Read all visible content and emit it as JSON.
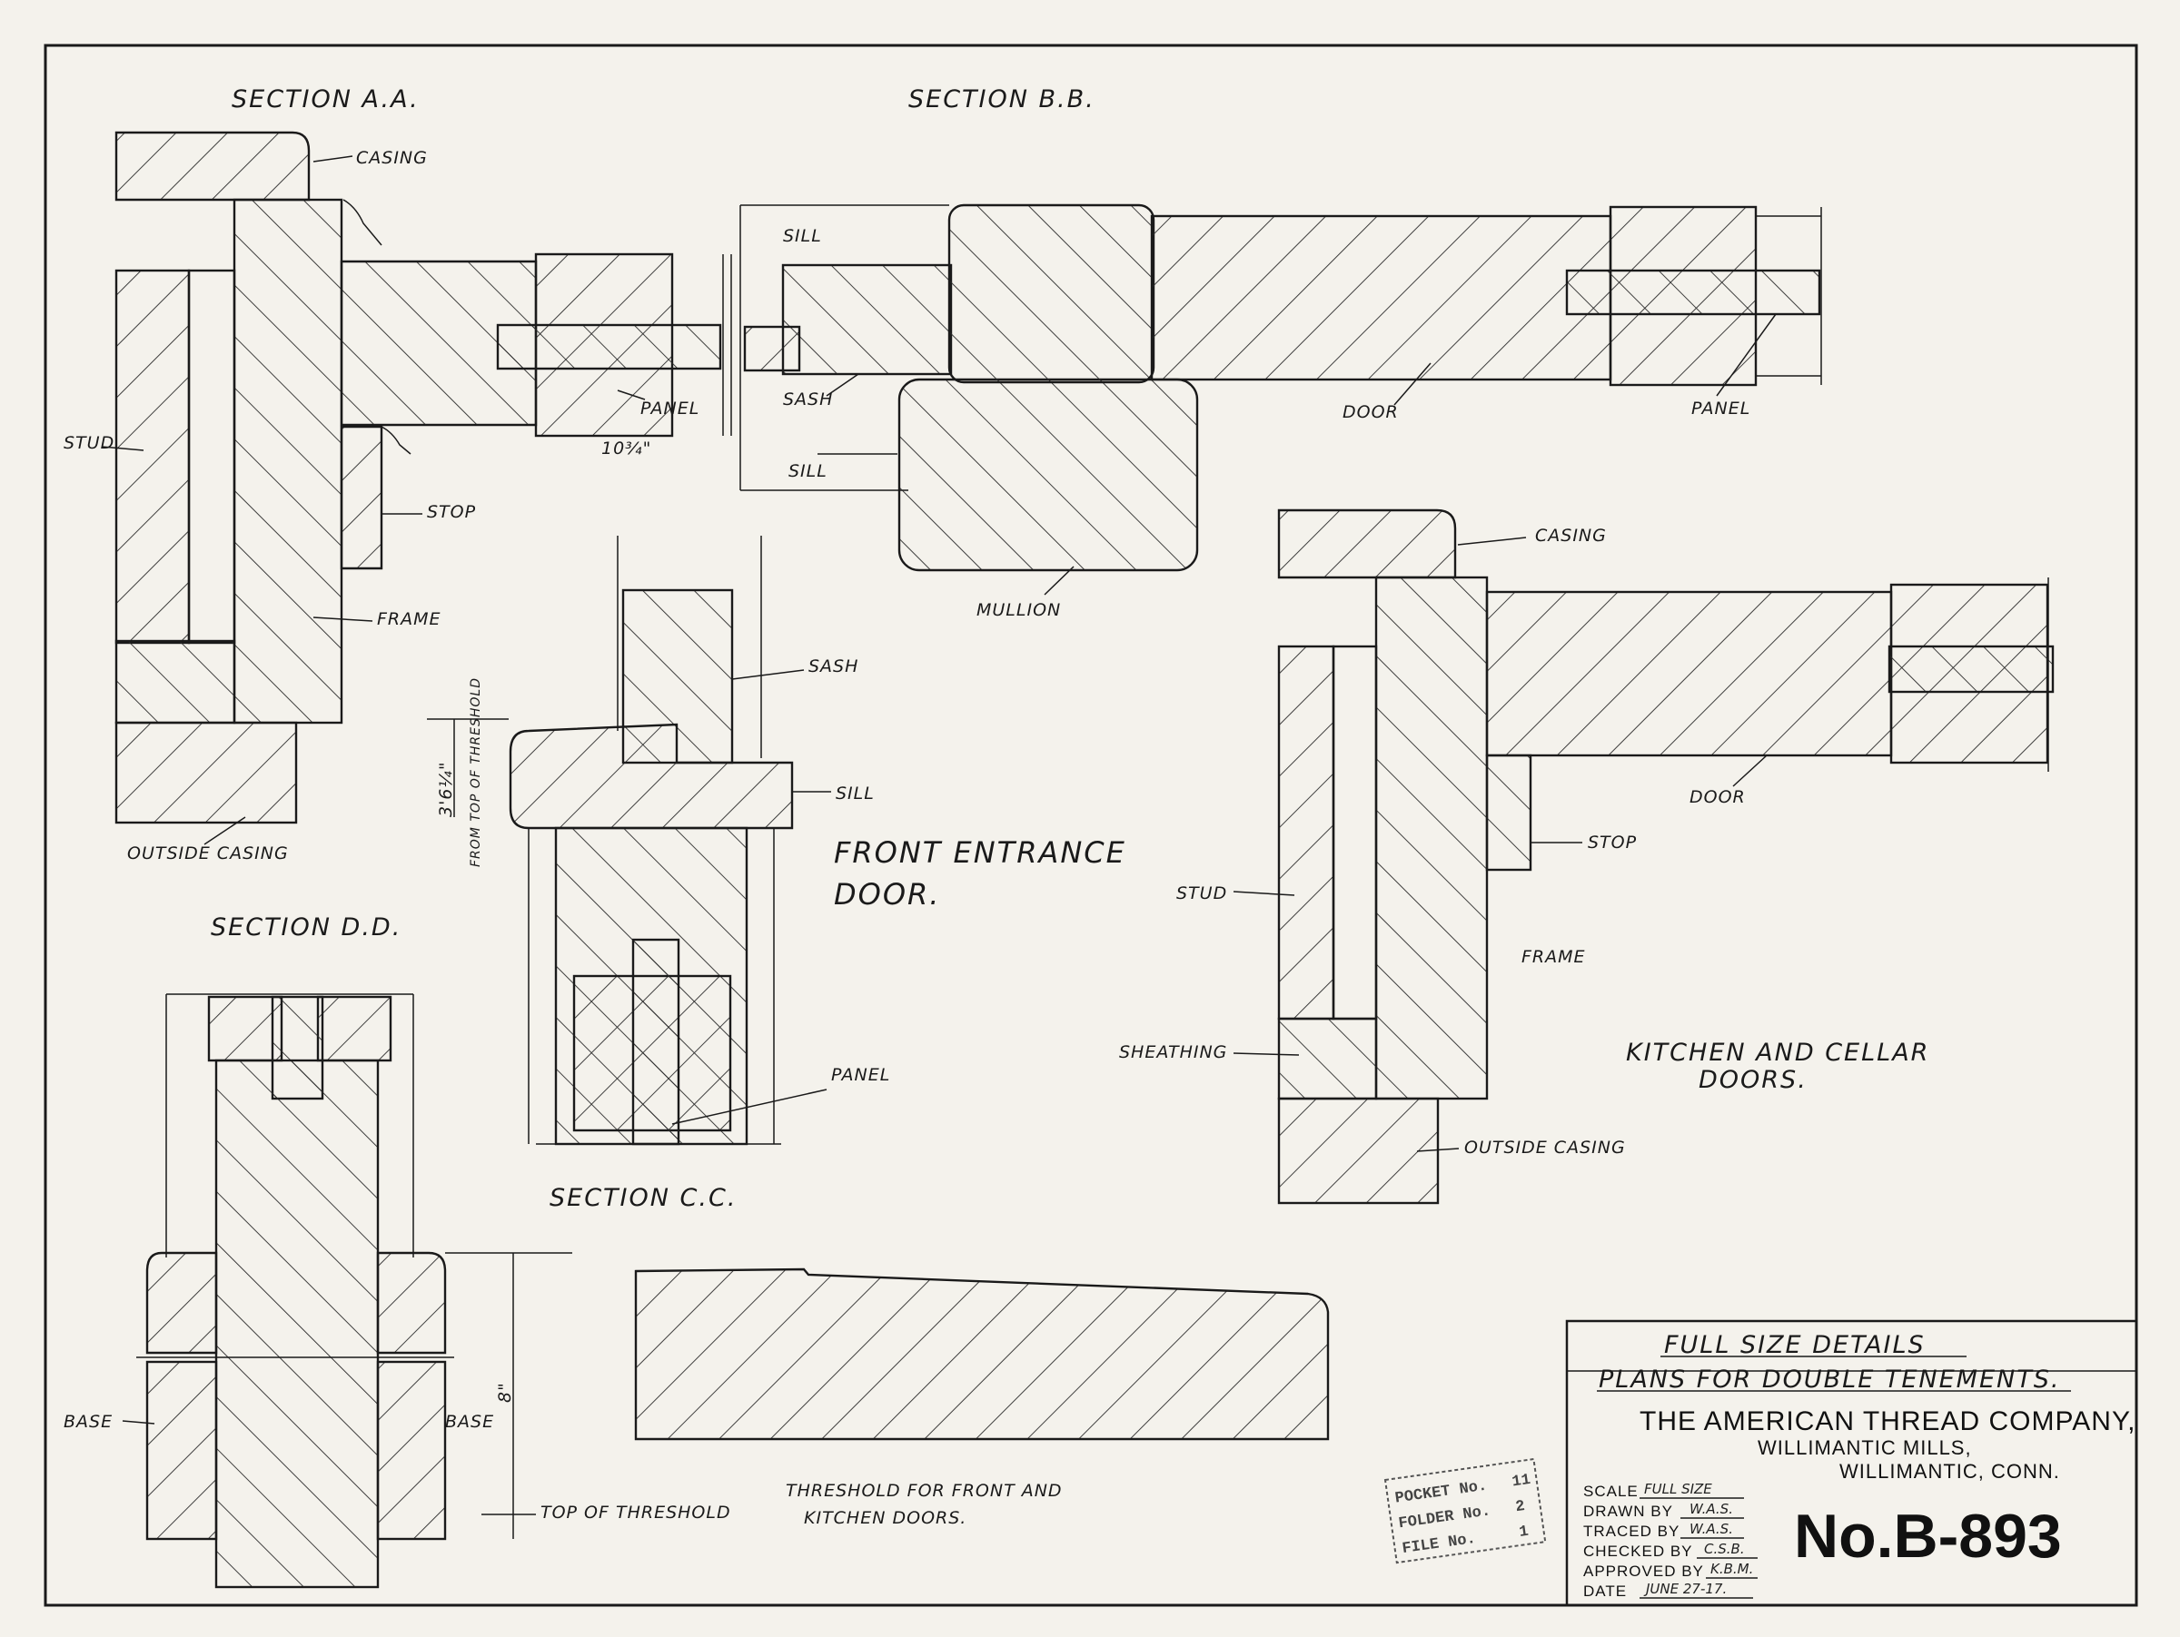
{
  "sections": {
    "aa": {
      "title": "SECTION A.A.",
      "casing": "CASING",
      "stud": "STUD",
      "stop": "STOP",
      "frame": "FRAME",
      "panel": "PANEL",
      "outside_casing": "OUTSIDE CASING",
      "dim": "10¾\""
    },
    "bb": {
      "title": "SECTION B.B.",
      "sill_top": "SILL",
      "sash": "SASH",
      "sill_bottom": "SILL",
      "mullion": "MULLION",
      "door": "DOOR",
      "panel": "PANEL"
    },
    "cc": {
      "title": "SECTION C.C.",
      "sash": "SASH",
      "sill": "SILL",
      "panel": "PANEL",
      "dim": "3'6¼\"",
      "dim_note": "FROM TOP OF THRESHOLD",
      "name_line1": "FRONT ENTRANCE",
      "name_line2": "DOOR."
    },
    "dd": {
      "title": "SECTION D.D.",
      "base_left": "BASE",
      "base_right": "BASE",
      "dim": "8\"",
      "top_of_threshold": "TOP OF THRESHOLD"
    },
    "kitchen": {
      "casing": "CASING",
      "door": "DOOR",
      "stop": "STOP",
      "stud": "STUD",
      "frame": "FRAME",
      "sheathing": "SHEATHING",
      "outside_casing": "OUTSIDE CASING",
      "name_line1": "KITCHEN AND CELLAR",
      "name_line2": "DOORS."
    },
    "threshold": {
      "caption_line1": "THRESHOLD FOR FRONT AND",
      "caption_line2": "KITCHEN DOORS."
    }
  },
  "title_block": {
    "title1": "FULL SIZE DETAILS",
    "title2": "PLANS FOR DOUBLE TENEMENTS.",
    "company": "THE AMERICAN THREAD COMPANY,",
    "mills": "WILLIMANTIC MILLS,",
    "location": "WILLIMANTIC, CONN.",
    "scale_label": "SCALE",
    "scale_value": "FULL SIZE",
    "drawn_label": "DRAWN BY",
    "drawn_value": "W.A.S.",
    "traced_label": "TRACED BY",
    "traced_value": "W.A.S.",
    "checked_label": "CHECKED BY",
    "checked_value": "C.S.B.",
    "approved_label": "APPROVED BY",
    "approved_value": "K.B.M.",
    "date_label": "DATE",
    "date_value": "JUNE 27-17.",
    "drawing_number": "No.B-893"
  },
  "stamp": {
    "line1": "POCKET No.",
    "line2": "FOLDER No.",
    "line3": "FILE No.",
    "v1": "11",
    "v2": "2",
    "v3": "1"
  }
}
